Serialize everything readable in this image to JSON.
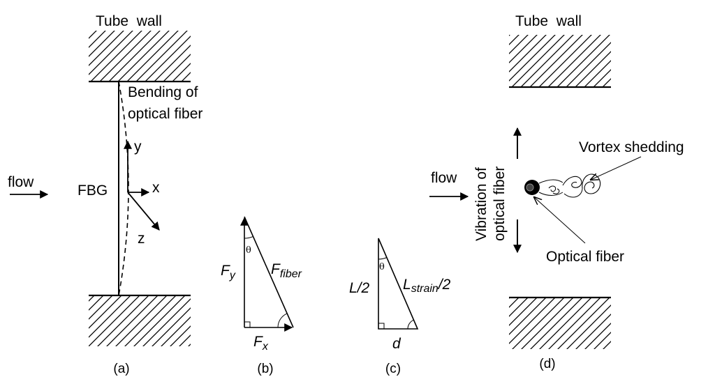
{
  "panel_a": {
    "wall_label": "Tube  wall",
    "bending_line1": "Bending of",
    "bending_line2": "optical fiber",
    "flow": "flow",
    "fbg": "FBG",
    "axis_x": "x",
    "axis_y": "y",
    "axis_z": "z",
    "caption": "(a)"
  },
  "panel_b": {
    "fy_main": "F",
    "fy_sub": "y",
    "ffiber_main": "F",
    "ffiber_sub": "fiber",
    "fx_main": "F",
    "fx_sub": "x",
    "theta": "θ",
    "caption": "(b)"
  },
  "panel_c": {
    "half_length": "L/2",
    "lstrain_main": "L",
    "lstrain_sub": "strain",
    "lstrain_tail": "/2",
    "d": "d",
    "theta": "θ",
    "caption": "(c)"
  },
  "panel_d": {
    "wall_label": "Tube  wall",
    "flow": "flow",
    "vibration_line1": "Vibration of",
    "vibration_line2": "optical fiber",
    "vortex": "Vortex shedding",
    "fiber": "Optical fiber",
    "caption": "(d)"
  }
}
